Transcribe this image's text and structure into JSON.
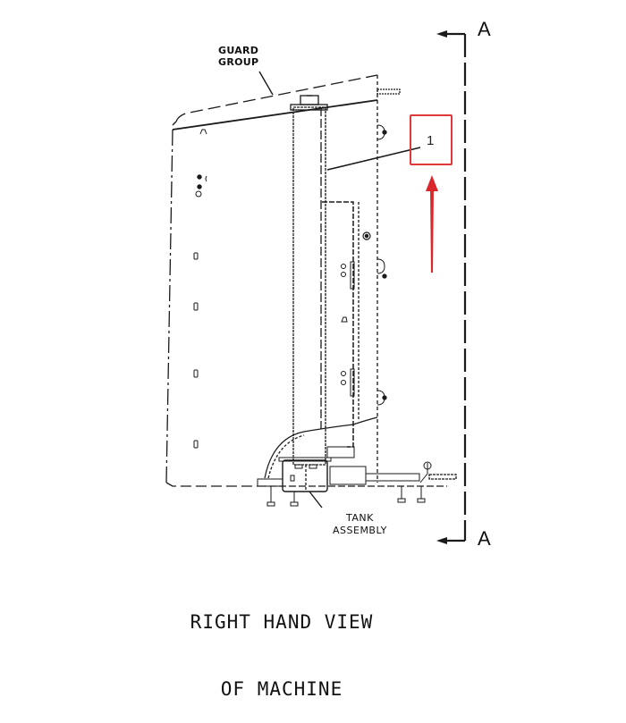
{
  "drawing": {
    "title_line1": "RIGHT HAND VIEW",
    "title_line2": "OF MACHINE",
    "labels": {
      "guard_group": "GUARD\nGROUP",
      "tank_assembly": "TANK\nASSEMBLY"
    },
    "section_marker": {
      "top": "A",
      "bottom": "A"
    },
    "callout": {
      "number": "1",
      "highlight_color": "#e0393c"
    },
    "colors": {
      "line": "#111111",
      "background": "#ffffff",
      "annotation": "#d9272b"
    }
  }
}
